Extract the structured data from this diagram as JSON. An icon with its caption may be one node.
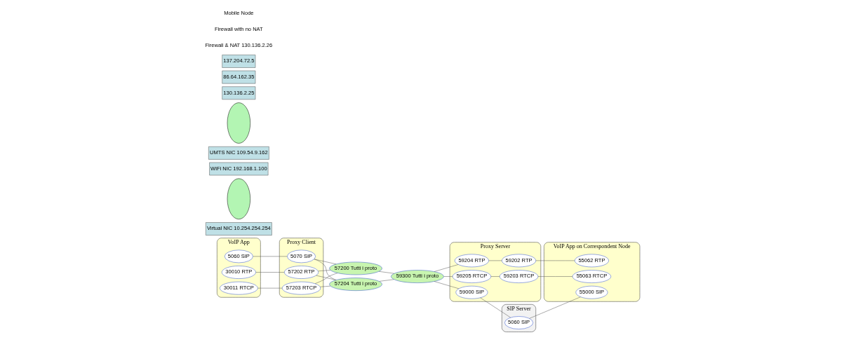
{
  "diagram": {
    "nodes": [
      {
        "text": [
          "VoIP App"
        ]
      },
      {
        "text": [
          "5060 SIP"
        ],
        "in": 0
      },
      {
        "text": [
          "30010 RTP"
        ],
        "in": 0
      },
      {
        "text": [
          "30011 RTCP"
        ],
        "in": 0
      },
      {
        "text": [
          "Virtual NIC 10.254.254.254"
        ]
      },
      {
        "text": [
          "Proxy Client"
        ]
      },
      {
        "text": [
          "5070 SIP"
        ],
        "in": 5
      },
      {
        "text": [
          "57202 RTP"
        ],
        "in": 5
      },
      {
        "text": [
          "57203 RTCP"
        ],
        "in": 5
      },
      {
        "text": [],
        "shape": "ellipse"
      },
      {
        "text": [
          "57200 Tutti i proto"
        ]
      },
      {
        "text": [
          "57204 Tutti i proto"
        ]
      },
      {
        "text": [
          "WiFi NIC 192.168.1.100"
        ]
      },
      {
        "text": [
          "UMTS NIC 109.54.9.162"
        ]
      },
      {
        "text": [],
        "shape": "ellipse"
      },
      {
        "text": [
          "Proxy Server"
        ]
      },
      {
        "text": [
          "59300 Tutti i proto"
        ]
      },
      {
        "text": [
          "59000 SIP"
        ],
        "in": 15
      },
      {
        "text": [
          "59204 RTP"
        ],
        "in": 15
      },
      {
        "text": [
          "59202 RTP"
        ],
        "in": 15
      },
      {
        "text": [
          "59205 RTCP"
        ],
        "in": 15
      },
      {
        "text": [
          "59203 RTCP"
        ],
        "in": 15
      },
      {
        "text": [
          "130.136.2.25"
        ]
      },
      {
        "text": [
          "SIP Server"
        ]
      },
      {
        "text": [
          "5060 SIP"
        ],
        "in": 23
      },
      {
        "text": [
          "86.64.162.35"
        ]
      },
      {
        "text": [
          "VoIP App on Correspondent Node"
        ]
      },
      {
        "text": [
          "55000 SIP"
        ],
        "in": 26
      },
      {
        "text": [
          "55062 RTP"
        ],
        "in": 26
      },
      {
        "text": [
          "55063 RTCP"
        ],
        "in": 26
      },
      {
        "text": [
          "137.204.72.5"
        ]
      }
    ],
    "edges": [
      {
        "from": 1,
        "to": 6,
        "arrow": "none"
      },
      {
        "from": 2,
        "to": 7,
        "arrow": "none"
      },
      {
        "from": 3,
        "to": 8,
        "arrow": "none"
      },
      {
        "from": 6,
        "to": 10,
        "arrow": "none"
      },
      {
        "from": 6,
        "to": 11,
        "arrow": "none"
      },
      {
        "from": 7,
        "to": 10,
        "arrow": "none"
      },
      {
        "from": 7,
        "to": 11,
        "arrow": "none"
      },
      {
        "from": 8,
        "to": 10,
        "arrow": "none"
      },
      {
        "from": 8,
        "to": 11,
        "arrow": "none"
      },
      {
        "from": 10,
        "to": 16,
        "arrow": "none"
      },
      {
        "from": 11,
        "to": 16,
        "arrow": "none"
      },
      {
        "from": 16,
        "to": 17,
        "arrow": "none"
      },
      {
        "from": 16,
        "to": 18,
        "arrow": "none"
      },
      {
        "from": 16,
        "to": 20,
        "arrow": "none"
      },
      {
        "from": 18,
        "to": 19,
        "arrow": "none"
      },
      {
        "from": 20,
        "to": 21,
        "arrow": "none"
      },
      {
        "from": 17,
        "to": 24,
        "arrow": "none"
      },
      {
        "from": 24,
        "to": 27,
        "arrow": "none"
      },
      {
        "from": 19,
        "to": 28,
        "arrow": "none"
      },
      {
        "from": 21,
        "to": 29,
        "arrow": "none"
      }
    ],
    "labels": [
      "Firewall & NAT 130.136.2.26",
      "Firewall with no NAT",
      "Mobile Node"
    ]
  }
}
